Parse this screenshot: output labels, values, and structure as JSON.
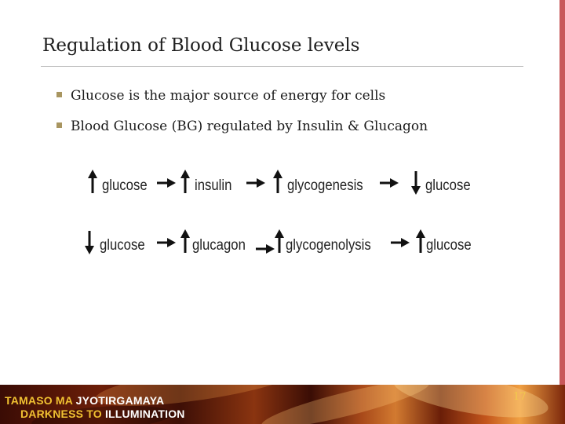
{
  "slide": {
    "title": "Regulation of Blood Glucose levels",
    "bullets": [
      "Glucose is the major source of energy for cells",
      "Blood Glucose (BG) regulated by Insulin & Glucagon"
    ]
  },
  "pathways": [
    {
      "steps": [
        {
          "direction": "up",
          "label": "glucose"
        },
        {
          "direction": "up",
          "label": "insulin"
        },
        {
          "direction": "up",
          "label": "glycogenesis"
        },
        {
          "direction": "down",
          "label": "glucose"
        }
      ]
    },
    {
      "steps": [
        {
          "direction": "down",
          "label": "glucose"
        },
        {
          "direction": "up",
          "label": "glucagon"
        },
        {
          "direction": "up",
          "label": "glycogenolysis"
        },
        {
          "direction": "up",
          "label": "glucose"
        }
      ]
    }
  ],
  "footer": {
    "line1_a": "TAMASO MA ",
    "line1_b": "JYOTIRGAMAYA",
    "line2_a": "DARKNESS TO ",
    "line2_b": "ILLUMINATION"
  },
  "page_number": "17",
  "colors": {
    "accent_bar": "#c8585a",
    "bullet_marker": "#a89560",
    "footer_yellow": "#f1c232",
    "page_number": "#f2c94c"
  }
}
